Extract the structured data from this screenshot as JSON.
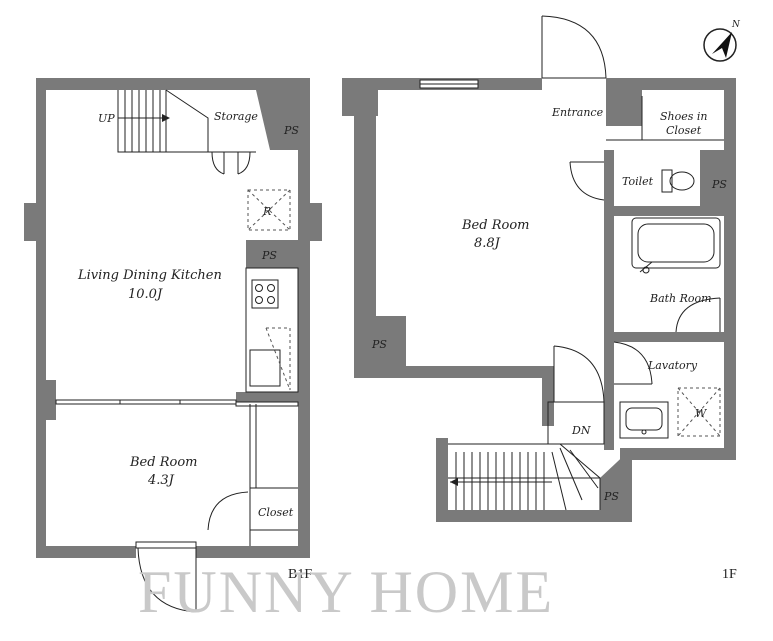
{
  "left_floor": {
    "floor_label": "B1F",
    "stairs_label": "UP",
    "storage_label": "Storage",
    "ps_labels": [
      "PS",
      "PS"
    ],
    "fridge_label": "R",
    "ldk": {
      "name": "Living Dining Kitchen",
      "size": "10.0J"
    },
    "bedroom": {
      "name": "Bed Room",
      "size": "4.3J"
    },
    "closet_label": "Closet"
  },
  "right_floor": {
    "floor_label": "1F",
    "entrance_label": "Entrance",
    "shoes_closet": {
      "line1": "Shoes in",
      "line2": "Closet"
    },
    "toilet_label": "Toilet",
    "ps_labels": [
      "PS",
      "PS",
      "PS"
    ],
    "bedroom": {
      "name": "Bed Room",
      "size": "8.8J"
    },
    "bathroom_label": "Bath Room",
    "lavatory_label": "Lavatory",
    "washer_label": "W",
    "stairs_label": "DN"
  },
  "compass": {
    "north_label": "N"
  },
  "watermark": "FUNNY HOME",
  "colors": {
    "wall": "#7a7a7a",
    "line": "#222222",
    "watermark": "#c9c9c9"
  }
}
